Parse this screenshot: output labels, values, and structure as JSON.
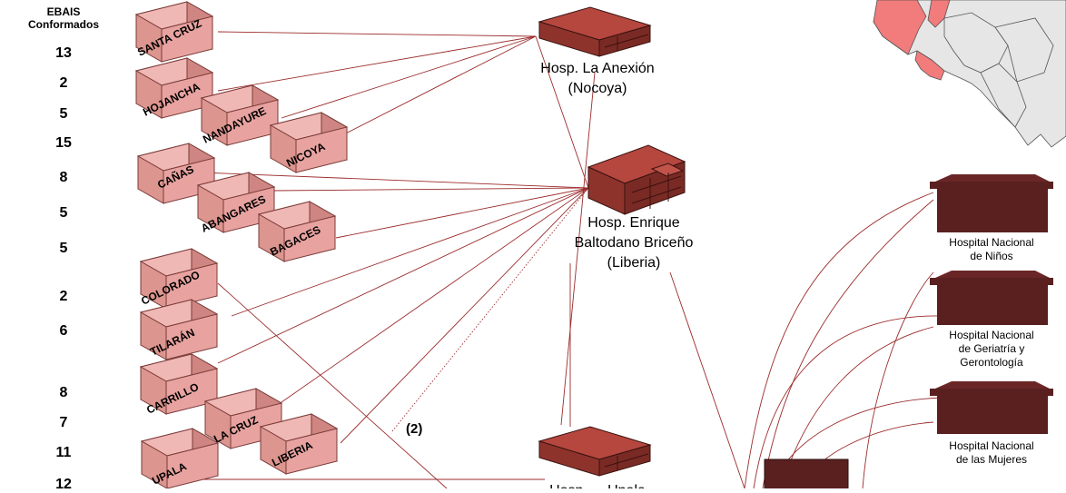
{
  "header": {
    "line1": "EBAIS",
    "line2": "Conformados"
  },
  "counts": [
    "13",
    "2",
    "5",
    "15",
    "8",
    "5",
    "5",
    "2",
    "6",
    "8",
    "7",
    "11",
    "12"
  ],
  "cantons": [
    "SANTA CRUZ",
    "HOJANCHA",
    "NANDAYURE",
    "NICOYA",
    "CAÑAS",
    "ABANGARES",
    "BAGACES",
    "COLORADO",
    "TILARÁN",
    "CARRILLO",
    "LA CRUZ",
    "LIBERIA",
    "UPALA"
  ],
  "hospitals": {
    "anexion": {
      "line1": "Hosp. La Anexión",
      "line2": "(Nocoya)"
    },
    "liberia": {
      "line1": "Hosp. Enrique",
      "line2": "Baltodano Briceño",
      "line3": "(Liberia)"
    },
    "bottom": {
      "label": "Hosp. ... Upala"
    }
  },
  "national_hospitals": [
    {
      "line1": "Hospital Nacional",
      "line2": "de Niños",
      "line3": ""
    },
    {
      "line1": "Hospital Nacional",
      "line2": "de Geriatría y",
      "line3": "Gerontología"
    },
    {
      "line1": "Hospital Nacional",
      "line2": "de las Mujeres",
      "line3": ""
    }
  ],
  "note": "(2)",
  "colors": {
    "box_light": "#e8a3a0",
    "box_top": "#f0b8b5",
    "box_side": "#cf8682",
    "hospital_dark": "#9b3a33",
    "national": "#5a2020",
    "line": "#9b2b2b",
    "map_region": "#f27b7b",
    "map_other": "#e6e6e6"
  }
}
